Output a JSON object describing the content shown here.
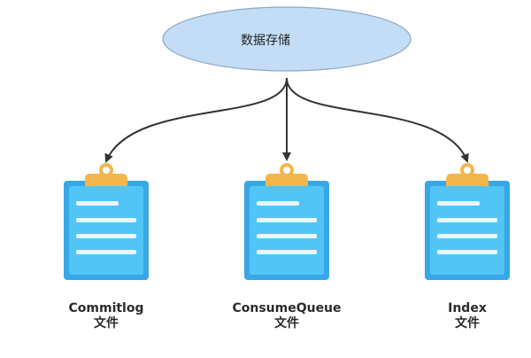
{
  "root": {
    "label": "数据存储"
  },
  "colors": {
    "ellipse_fill": "#c3ddf6",
    "ellipse_stroke": "#8fa8c2",
    "arrow": "#333333",
    "board_outer": "#38a7e6",
    "board_inner": "#52c5f7",
    "board_lines": "#eaf7ff",
    "clip": "#f4b64a",
    "clip_dark": "#d9952a"
  },
  "nodes": [
    {
      "name": "Commitlog",
      "sub": "文件",
      "icon": "clipboard-icon"
    },
    {
      "name": "ConsumeQueue",
      "sub": "文件",
      "icon": "clipboard-icon"
    },
    {
      "name": "Index",
      "sub": "文件",
      "icon": "clipboard-icon"
    }
  ]
}
